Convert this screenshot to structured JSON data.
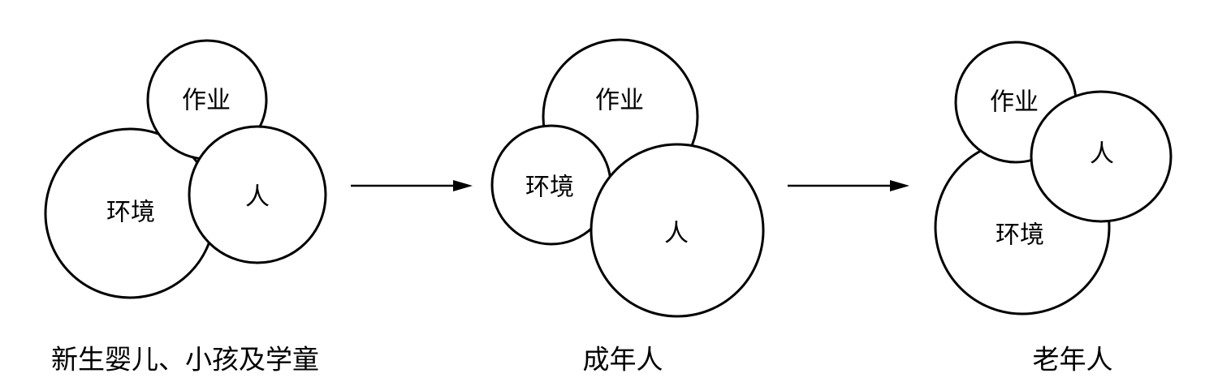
{
  "stages": [
    {
      "caption": "新生婴儿、小孩及学童",
      "labels": {
        "occupation": "作业",
        "person": "人",
        "environment": "环境"
      }
    },
    {
      "caption": "成年人",
      "labels": {
        "occupation": "作业",
        "person": "人",
        "environment": "环境"
      }
    },
    {
      "caption": "老年人",
      "labels": {
        "occupation": "作业",
        "person": "人",
        "environment": "环境"
      }
    }
  ],
  "colors": {
    "stroke": "#000000",
    "fill": "#ffffff",
    "background": "#ffffff"
  }
}
